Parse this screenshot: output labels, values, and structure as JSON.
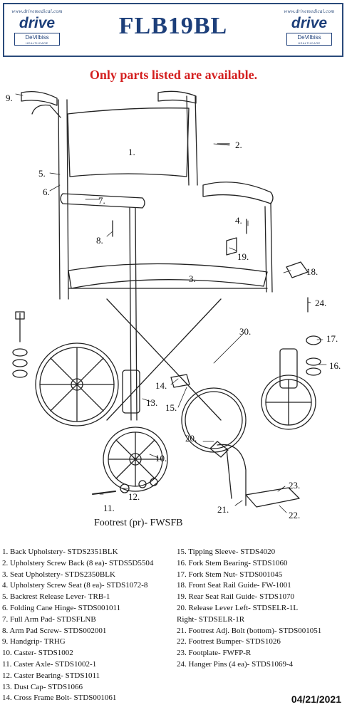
{
  "header": {
    "url_left": "www.drivemedical.com",
    "url_right": "www.drivemedical.com",
    "brand": "drive",
    "sub_brand": "DeVilbiss",
    "sub_brand_small": "HEALTHCARE",
    "model": "FLB19BL"
  },
  "notice": "Only parts listed are available.",
  "callouts": [
    "9.",
    "1.",
    "2.",
    "5.",
    "6.",
    "7.",
    "4.",
    "8.",
    "19.",
    "3.",
    "18.",
    "24.",
    "30.",
    "17.",
    "16.",
    "14.",
    "13.",
    "15.",
    "20.",
    "10.",
    "23.",
    "12.",
    "11.",
    "21.",
    "22."
  ],
  "footrest_label": "Footrest (pr)- FWSFB",
  "parts_left": [
    "1. Back Upholstery- STDS2351BLK",
    "2. Upholstery Screw Back (8 ea)- STDS5D5504",
    "3. Seat Upholstery- STDS2350BLK",
    "4. Upholstery Screw Seat (8 ea)- STDS1072-8",
    "5. Backrest Release Lever- TRB-1",
    "6. Folding Cane Hinge- STDS001011",
    "7. Full Arm Pad- STDSFLNB",
    "8. Arm Pad Screw- STDS002001",
    "9. Handgrip- TRHG",
    "10. Caster- STDS1002",
    "11. Caster Axle- STDS1002-1",
    "12. Caster Bearing- STDS1011",
    "13. Dust Cap- STDS1066",
    "14. Cross Frame Bolt- STDS001061"
  ],
  "parts_right": [
    "15. Tipping Sleeve- STDS4020",
    "16. Fork Stem Bearing- STDS1060",
    "17. Fork Stem Nut- STDS001045",
    "18. Front Seat Rail Guide- FW-1001",
    "19. Rear Seat Rail Guide- STDS1070",
    "20. Release Lever Left- STDSELR-1L",
    "       Right- STDSELR-1R",
    "21. Footrest Adj. Bolt (bottom)- STDS001051",
    "22. Footrest Bumper- STDS1026",
    "23. Footplate- FWFP-R",
    "24. Hanger Pins (4 ea)- STDS1069-4"
  ],
  "date": "04/21/2021"
}
